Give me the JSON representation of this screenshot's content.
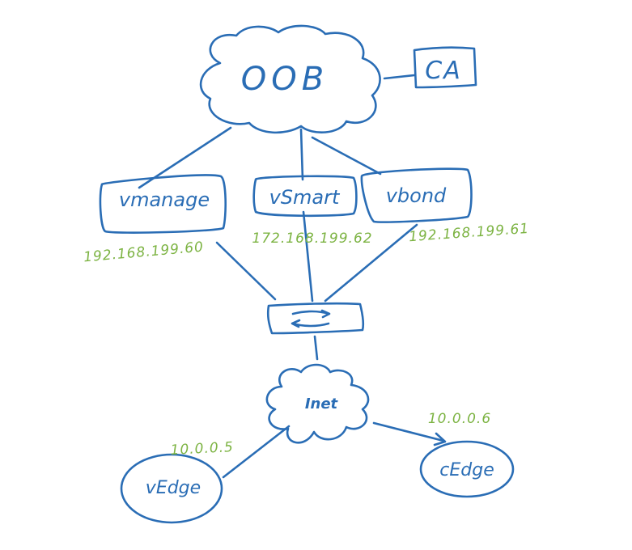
{
  "diagram": {
    "nodes": {
      "oob": {
        "label": "OOB"
      },
      "ca": {
        "label": "CA"
      },
      "vmanage": {
        "label": "vmanage",
        "ip": "192.168.199.60"
      },
      "vsmart": {
        "label": "vSmart",
        "ip": "172.168.199.62"
      },
      "vbond": {
        "label": "vbond",
        "ip": "192.168.199.61"
      },
      "inet": {
        "label": "Inet"
      },
      "vedge": {
        "label": "vEdge",
        "ip": "10.0.0.5"
      },
      "cedge": {
        "label": "cEdge",
        "ip": "10.0.0.6"
      }
    },
    "colors": {
      "ink": "#2a6db5",
      "ip_text": "#7cb342",
      "background": "#ffffff"
    }
  }
}
